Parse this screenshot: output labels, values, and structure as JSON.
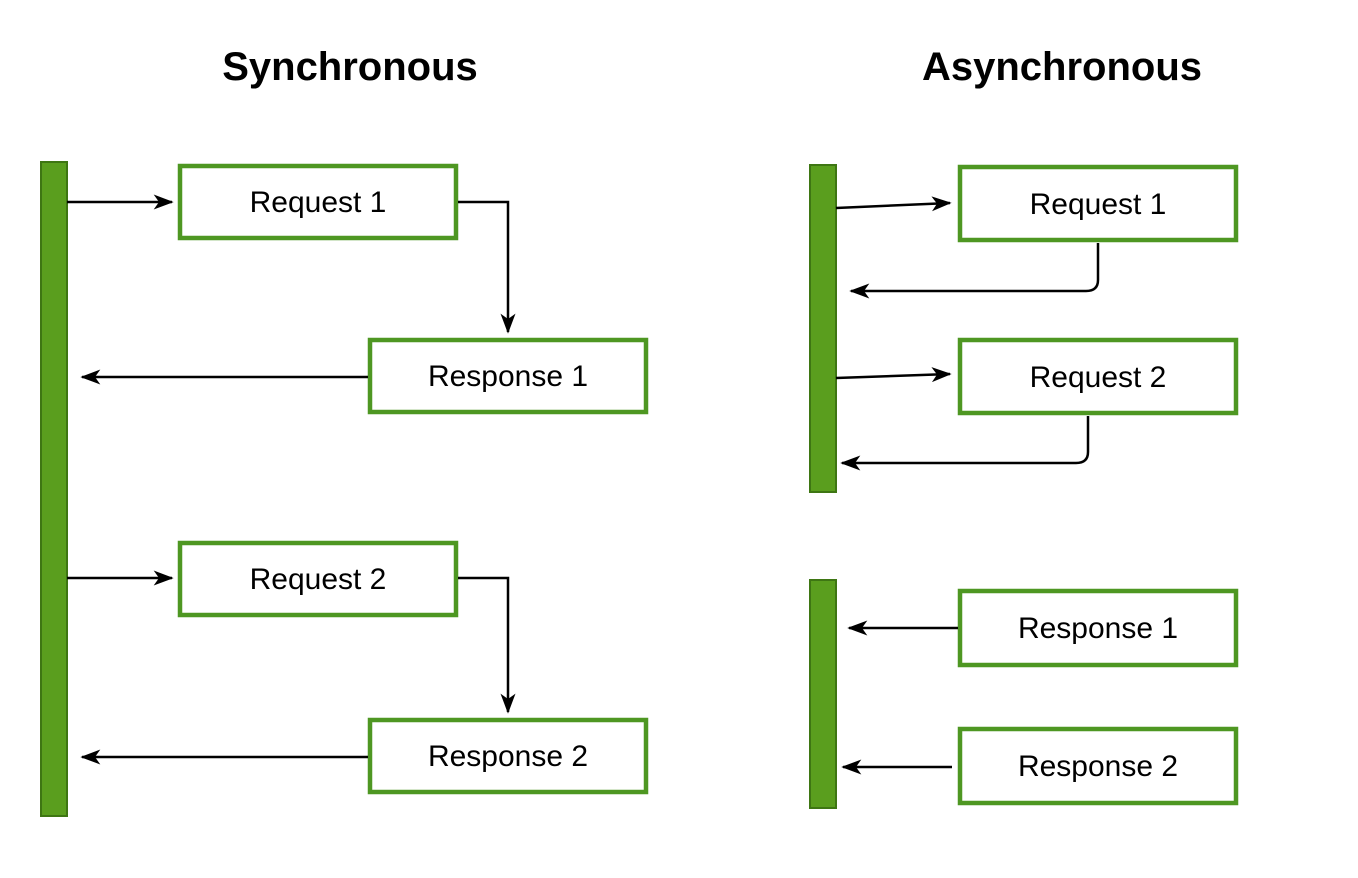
{
  "colors": {
    "background": "#ffffff",
    "bar_fill": "#5a9e1e",
    "bar_stroke": "#3e7613",
    "box_border": "#4e9722",
    "box_fill": "#ffffff",
    "line": "#000000",
    "text": "#000000"
  },
  "sync": {
    "title": "Synchronous",
    "request1": "Request 1",
    "response1": "Response 1",
    "request2": "Request 2",
    "response2": "Response 2"
  },
  "async": {
    "title": "Asynchronous",
    "request1": "Request 1",
    "request2": "Request 2",
    "response1": "Response 1",
    "response2": "Response 2"
  }
}
